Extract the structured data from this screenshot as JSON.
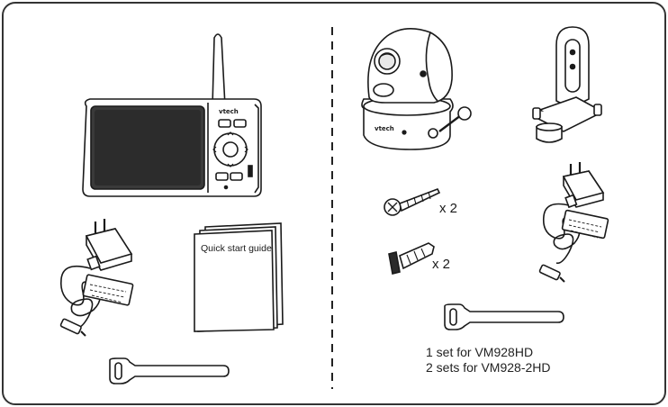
{
  "left_panel": {
    "monitor": {
      "brand": "vtech"
    },
    "guide": {
      "title": "Quick start guide"
    }
  },
  "right_panel": {
    "camera": {
      "brand": "vtech"
    },
    "screws": {
      "quantity_label": "x 2"
    },
    "anchors": {
      "quantity_label": "x 2"
    },
    "sets_note": {
      "line1": "1 set for VM928HD",
      "line2": "2 sets for VM928-2HD"
    }
  },
  "colors": {
    "outline": "#1a1a1a",
    "screen": "#333333",
    "border": "#333333"
  }
}
